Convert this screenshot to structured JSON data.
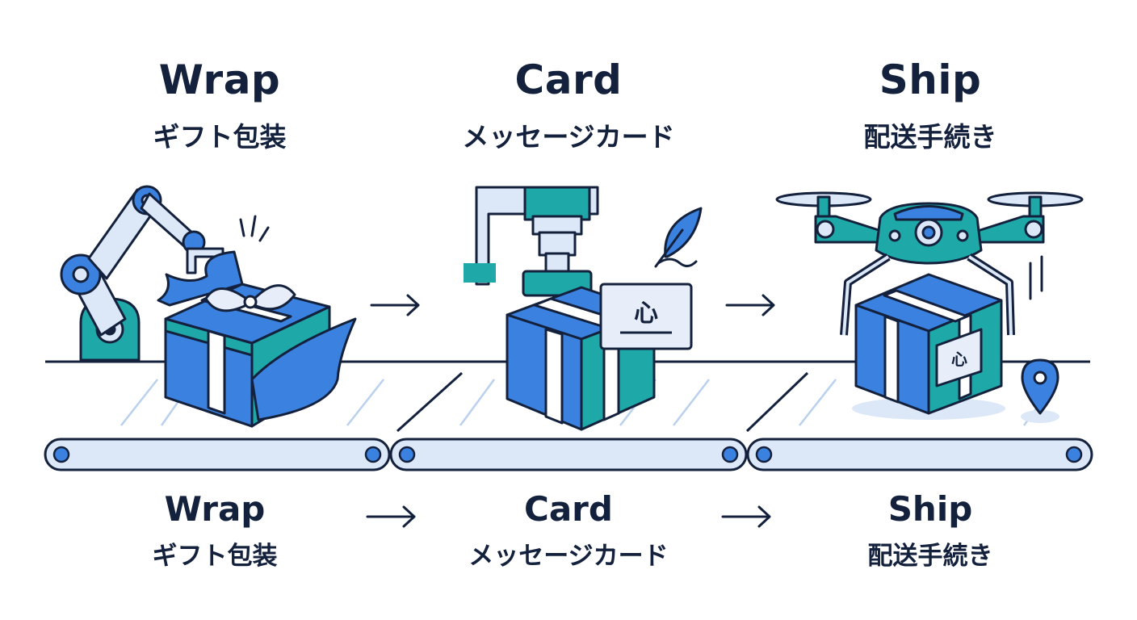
{
  "steps": [
    {
      "title": "Wrap",
      "subtitle": "ギフト包装"
    },
    {
      "title": "Card",
      "subtitle": "メッセージカード"
    },
    {
      "title": "Ship",
      "subtitle": "配送手続き"
    }
  ],
  "card_glyph": "心",
  "colors": {
    "ink": "#14213d",
    "blue": "#3b82e0",
    "teal": "#1fa8a8",
    "light_blue": "#dce8f8",
    "pale": "#eef3fb"
  },
  "icons": [
    "robot-arm-icon",
    "gift-box-icon",
    "ribbon-bow-icon",
    "stamping-press-icon",
    "feather-quill-icon",
    "message-card-icon",
    "drone-icon",
    "location-pin-icon",
    "arrow-right-icon",
    "conveyor-belt-icon"
  ]
}
